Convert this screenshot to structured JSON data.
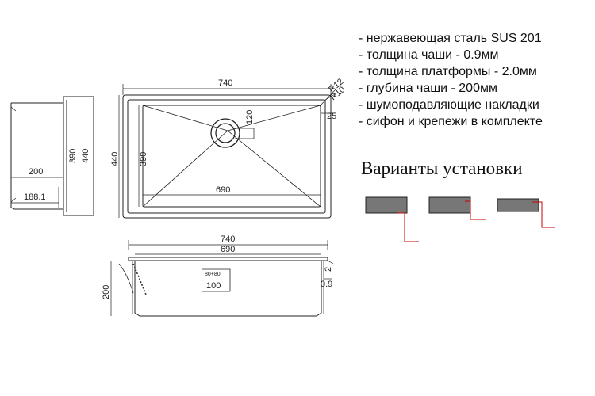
{
  "specs": [
    "- нержавеющая сталь SUS 201",
    "- толщина чаши - 0.9мм",
    "- толщина платформы - 2.0мм",
    "- глубина чаши - 200мм",
    "- шумоподавляющие накладки",
    "- сифон и крепежи в комплекте"
  ],
  "install": {
    "title": "Варианты установки",
    "variants": [
      "under-mount",
      "flush-mount",
      "top-mount"
    ]
  },
  "top_view": {
    "width": "740",
    "height": "440",
    "bowl_width": "690",
    "bowl_height": "390",
    "radius_outer": "R12",
    "radius_inner": "R10",
    "rim": "25",
    "drain_offset": "120"
  },
  "side_view": {
    "depth_outer": "440",
    "depth_inner": "390",
    "bowl_depth": "200",
    "base": "188.1"
  },
  "front_view": {
    "width": "740",
    "bowl_width": "690",
    "depth": "200",
    "rim_thickness": "2",
    "wall_thickness": "0.9",
    "drain_to_wall": "100",
    "drain_size": "80+80"
  }
}
